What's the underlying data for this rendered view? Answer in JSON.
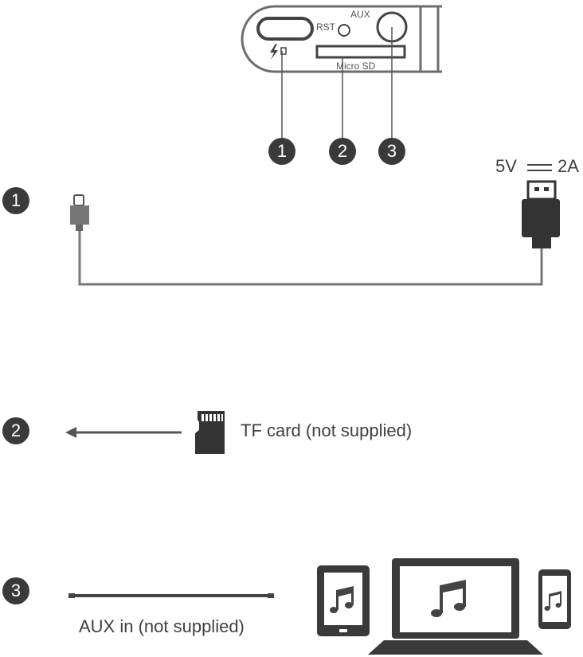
{
  "panel": {
    "reset_label": "RST",
    "aux_label": "AUX",
    "sd_label": "Micro SD"
  },
  "callouts": [
    "1",
    "2",
    "3"
  ],
  "power": {
    "number": "1",
    "voltage": "5V",
    "current": "2A"
  },
  "tf": {
    "number": "2",
    "label": "TF card (not supplied)"
  },
  "aux": {
    "number": "3",
    "label": "AUX in (not supplied)"
  },
  "icons": [
    "lightning-icon",
    "usb-c-plug-icon",
    "usb-a-plug-icon",
    "micro-sd-card-icon",
    "tablet-icon",
    "laptop-icon",
    "phone-icon",
    "music-note-icon"
  ]
}
